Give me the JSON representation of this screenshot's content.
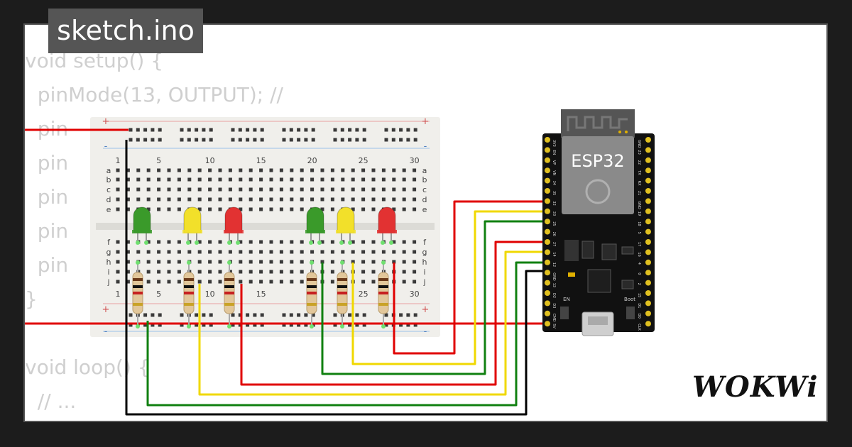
{
  "file_tab": {
    "label": "sketch.ino"
  },
  "code": {
    "lines": [
      "void setup() {",
      "  pinMode(13, OUTPUT); //",
      "  pin",
      "  pin",
      "  pin",
      "  pin",
      "  pin",
      "}",
      "",
      "void loop() {",
      "  // ..."
    ]
  },
  "breadcrumb_labels": {
    "column_numbers": [
      "1",
      "5",
      "10",
      "15",
      "20",
      "25",
      "30"
    ],
    "row_letters_top": [
      "a",
      "b",
      "c",
      "d",
      "e"
    ],
    "row_letters_bottom": [
      "f",
      "g",
      "h",
      "i",
      "j"
    ],
    "rail_plus": "+",
    "rail_minus": "-"
  },
  "esp32": {
    "title": "ESP32",
    "left_pins": [
      "3V3",
      "EN",
      "VP",
      "VN",
      "34",
      "35",
      "32",
      "33",
      "25",
      "26",
      "27",
      "14",
      "12",
      "GND",
      "13",
      "D2",
      "D3",
      "CMD",
      "5V"
    ],
    "right_pins": [
      "GND",
      "23",
      "22",
      "TX",
      "RX",
      "21",
      "GND",
      "19",
      "18",
      "5",
      "17",
      "16",
      "4",
      "0",
      "2",
      "15",
      "D1",
      "D0",
      "CLK"
    ],
    "button_en": "EN",
    "button_boot": "Boot"
  },
  "leds": [
    {
      "color": "green"
    },
    {
      "color": "yellow"
    },
    {
      "color": "red"
    },
    {
      "color": "green"
    },
    {
      "color": "yellow"
    },
    {
      "color": "red"
    }
  ],
  "colors": {
    "led_green": "#3a9a2a",
    "led_yellow": "#f2e02a",
    "led_red": "#e23232",
    "wire_red": "#e00000",
    "wire_yellow": "#f0d800",
    "wire_green": "#108010",
    "wire_black": "#000000",
    "breadboard": "#f0efeb",
    "board": "#111111"
  },
  "logo": {
    "text": "WOKWi"
  }
}
